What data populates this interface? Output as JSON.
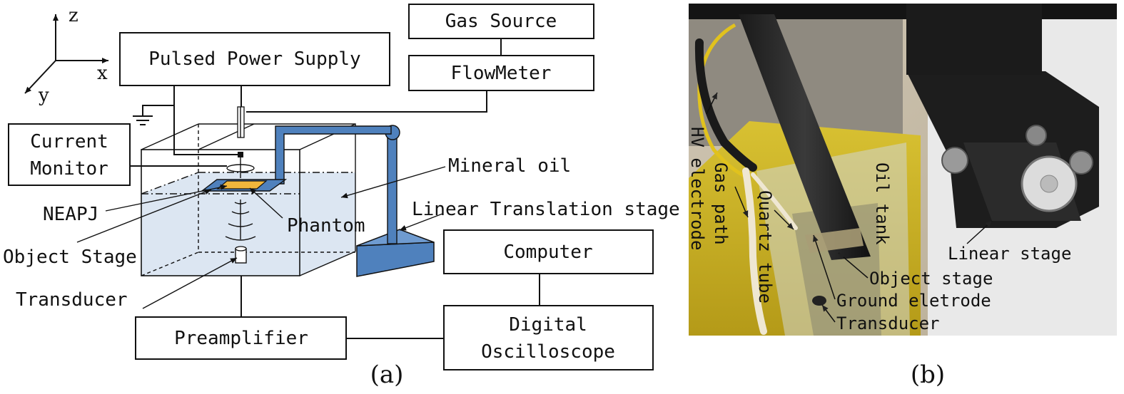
{
  "axes": {
    "z": "z",
    "x": "x",
    "y": "y"
  },
  "boxes": {
    "pulsed_power_supply": "Pulsed Power Supply",
    "gas_source": "Gas Source",
    "flowmeter": "FlowMeter",
    "current_monitor_line1": "Current",
    "current_monitor_line2": "Monitor",
    "computer": "Computer",
    "oscilloscope_line1": "Digital",
    "oscilloscope_line2": "Oscilloscope",
    "preamplifier": "Preamplifier"
  },
  "labels": {
    "mineral_oil": "Mineral oil",
    "linear_translation_stage": "Linear Translation stage",
    "neapj": "NEAPJ",
    "phantom": "Phantom",
    "object_stage": "Object Stage",
    "transducer": "Transducer"
  },
  "panel_a": "(a)",
  "panel_b": "(b)",
  "photo_labels": {
    "hv_electrode": "HV electrode",
    "gas_path": "Gas path",
    "quartz_tube": "Quartz tube",
    "oil_tank": "Oil tank",
    "object_stage": "Object stage",
    "ground_electrode": "Ground eletrode",
    "transducer": "Transducer",
    "linear_stage": "Linear stage"
  },
  "colors": {
    "oil": "#dce6f2",
    "stage_blue": "#4f81bd",
    "phantom": "#f0b63c"
  }
}
